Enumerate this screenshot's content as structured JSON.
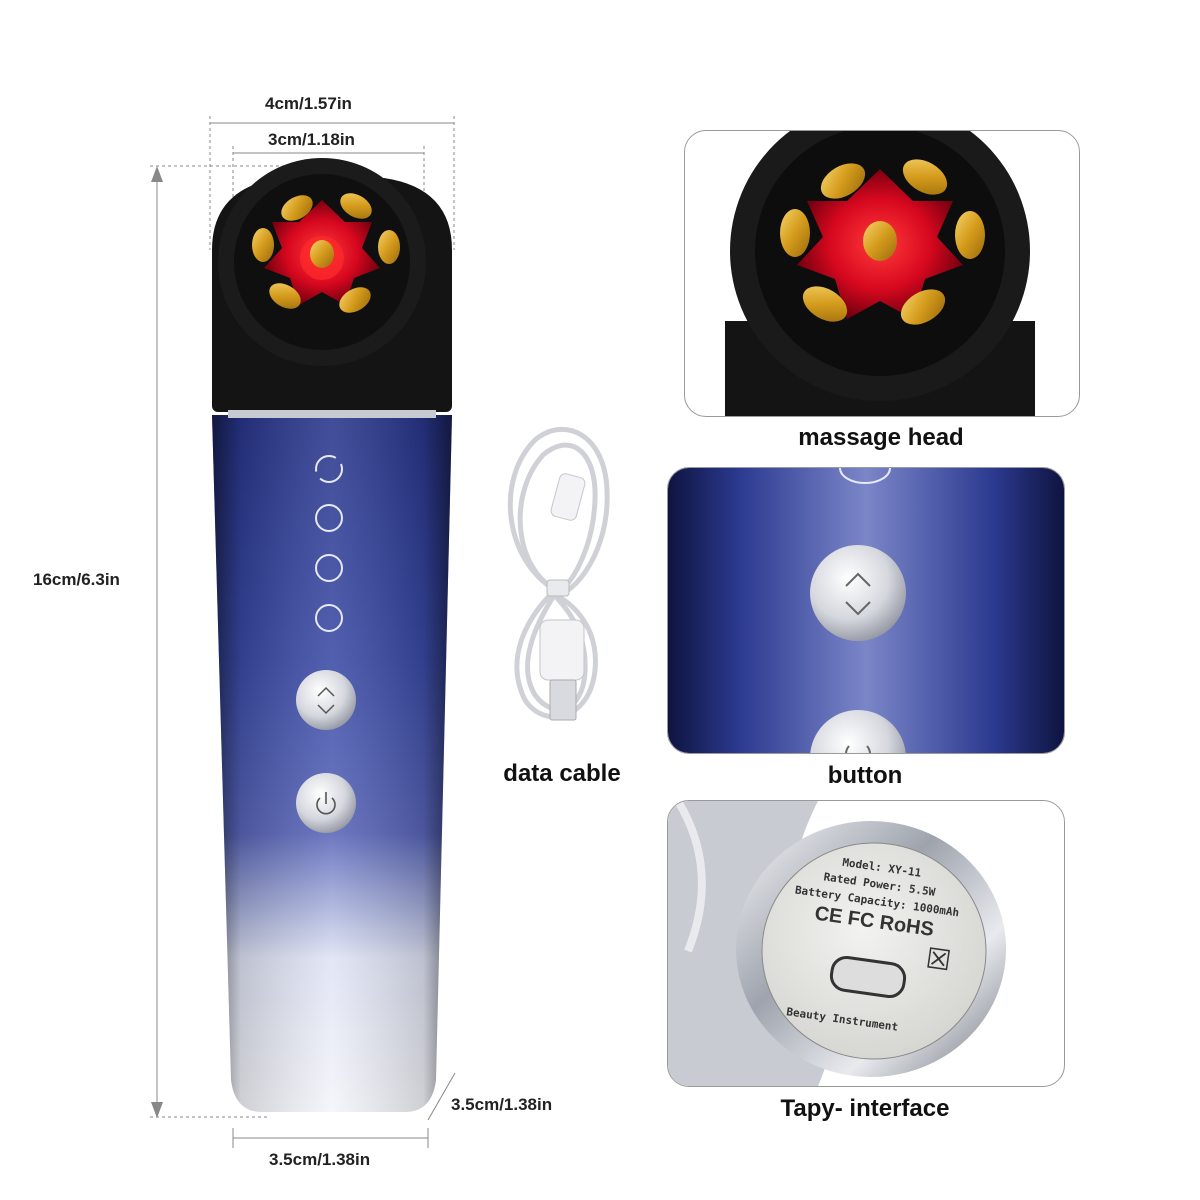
{
  "dimensions": {
    "top_outer_width": "4cm/1.57in",
    "top_inner_width": "3cm/1.18in",
    "height": "16cm/6.3in",
    "base_depth": "3.5cm/1.38in",
    "base_width": "3.5cm/1.38in"
  },
  "captions": {
    "cable": "data cable",
    "massage_head": "massage head",
    "button": "button",
    "interface": "Tapy- interface"
  },
  "label_plate": {
    "model": "Model: XY-11",
    "power": "Rated Power: 5.5W",
    "battery": "Battery Capacity: 1000mAh",
    "certs": "CE FC RoHS",
    "product": "Beauty Instrument"
  },
  "colors": {
    "body_blue": "#2c3b8f",
    "body_silver": "#e8ebf5",
    "head_black": "#141414",
    "led_red": "#e8102a",
    "gold": "#d9a92c"
  }
}
